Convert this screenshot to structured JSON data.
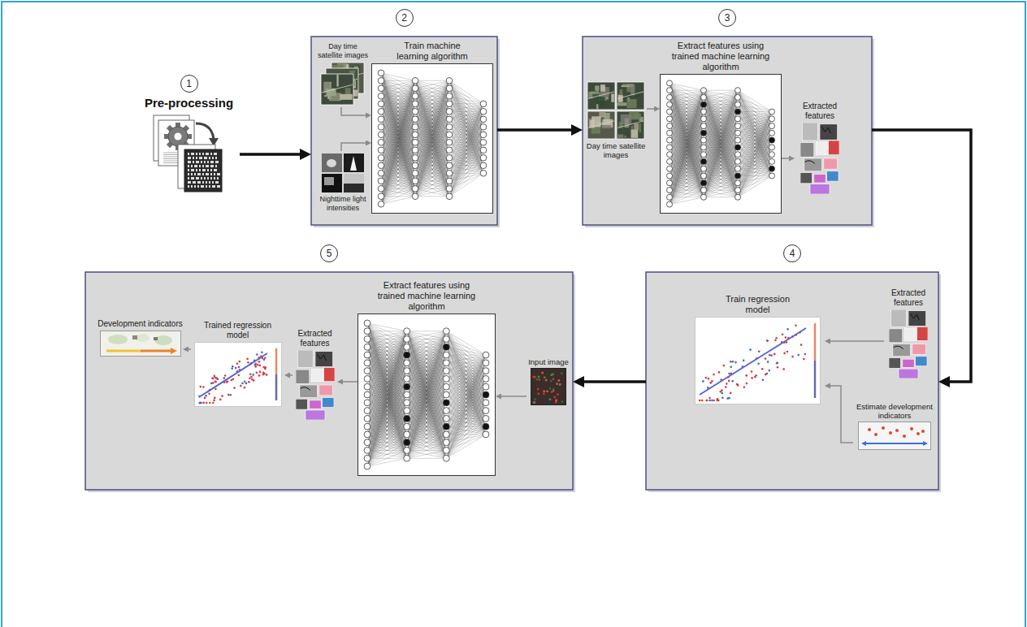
{
  "diagram": {
    "nodes": [
      {
        "text": [
          "1",
          "Pre-processing"
        ]
      },
      {
        "text": [
          "2"
        ]
      },
      {
        "text": [
          "Day time satellite images"
        ],
        "in": 1
      },
      {
        "text": [
          "Nighttime light intensities"
        ],
        "in": 1
      },
      {
        "text": [
          "Train machine learning algorithm"
        ],
        "in": 1
      },
      {
        "text": [
          "3"
        ]
      },
      {
        "text": [
          "Day time satellite images"
        ],
        "in": 5
      },
      {
        "text": [
          "Extract features using trained machine learning algorithm"
        ],
        "in": 5
      },
      {
        "text": [
          "Extracted features"
        ],
        "in": 5
      },
      {
        "text": [
          "4"
        ]
      },
      {
        "text": [
          "Train regression model"
        ],
        "in": 9
      },
      {
        "text": [
          "Extracted features"
        ],
        "in": 9
      },
      {
        "text": [
          "Estimate development indicators"
        ],
        "in": 9
      },
      {
        "text": [
          "5"
        ]
      },
      {
        "text": [
          "Development indicators"
        ],
        "in": 13
      },
      {
        "text": [
          "Trained regression model"
        ],
        "in": 13
      },
      {
        "text": [
          "Extracted features"
        ],
        "in": 13
      },
      {
        "text": [
          "Extract features using trained machine learning algorithm"
        ],
        "in": 13
      },
      {
        "text": [
          "Input image"
        ],
        "in": 13
      }
    ],
    "edges": [
      {
        "from": 0,
        "to": 1,
        "arrow": "to"
      },
      {
        "from": 1,
        "to": 5,
        "arrow": "to"
      },
      {
        "from": 5,
        "to": 9,
        "arrow": "to"
      },
      {
        "from": 9,
        "to": 13,
        "arrow": "to"
      },
      {
        "from": 2,
        "to": 4,
        "arrow": "to"
      },
      {
        "from": 3,
        "to": 4,
        "arrow": "to"
      },
      {
        "from": 6,
        "to": 7,
        "arrow": "to"
      },
      {
        "from": 7,
        "to": 8,
        "arrow": "to"
      },
      {
        "from": 11,
        "to": 10,
        "arrow": "to"
      },
      {
        "from": 12,
        "to": 10,
        "arrow": "to"
      },
      {
        "from": 18,
        "to": 17,
        "arrow": "to"
      },
      {
        "from": 17,
        "to": 16,
        "arrow": "to"
      },
      {
        "from": 16,
        "to": 15,
        "arrow": "to"
      },
      {
        "from": 15,
        "to": 14,
        "arrow": "to"
      }
    ]
  }
}
